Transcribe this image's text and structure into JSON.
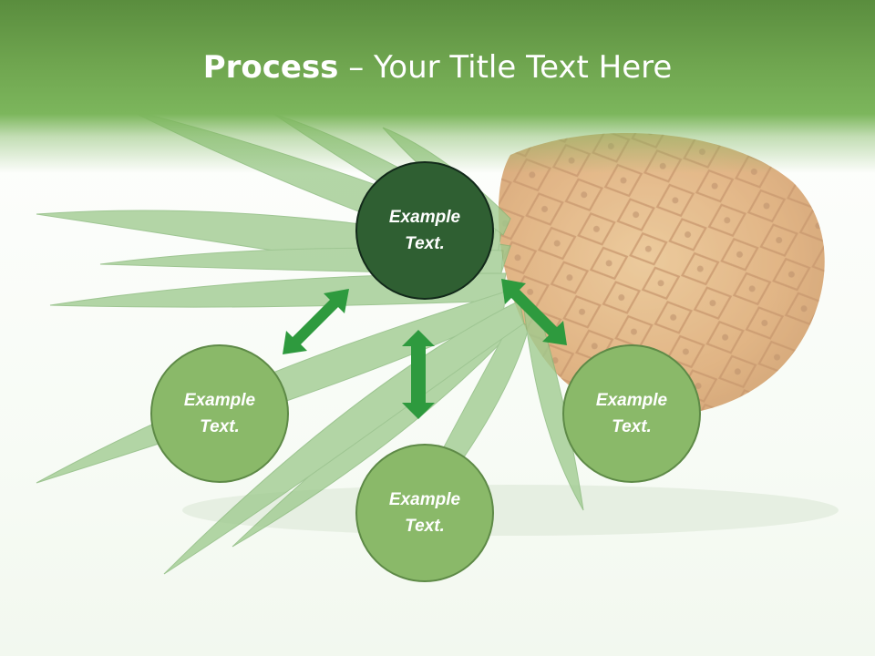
{
  "title": {
    "bold": "Process",
    "rest": " – Your Title Text Here"
  },
  "nodes": {
    "top": "Example\nText.",
    "left": "Example\nText.",
    "right": "Example\nText.",
    "bottom": "Example\nText."
  },
  "colors": {
    "header": "#6fa54f",
    "node_center": "#2f5f32",
    "node_outer": "#8ab969",
    "arrow": "#2e9a3e"
  },
  "icons": {
    "background": "pineapple-illustration",
    "connectors": "double-headed-arrow"
  }
}
